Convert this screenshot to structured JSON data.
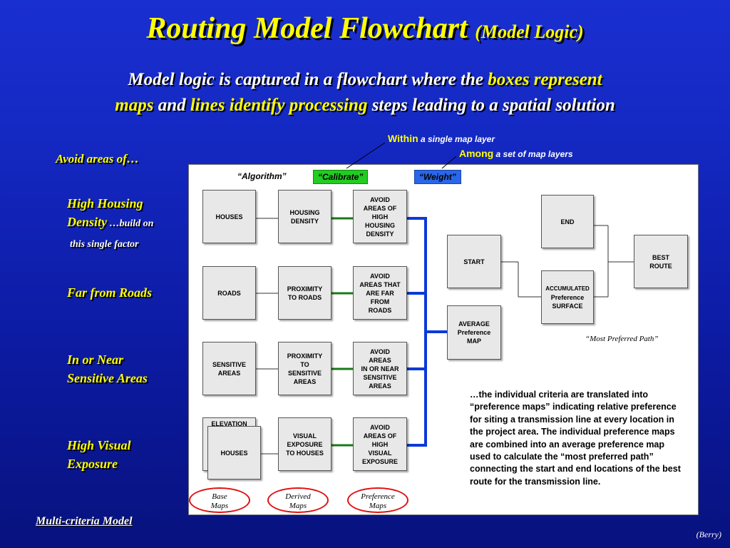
{
  "title": {
    "main": "Routing Model Flowchart",
    "sub": "(Model Logic)"
  },
  "subtitle": {
    "line1_white": "Model logic is captured in a flowchart where the ",
    "line1_yellow": "boxes represent",
    "line2_yellow1": "maps",
    "line2_white1": " and ",
    "line2_yellow2": "lines identify processing",
    "line2_white2": " steps leading to a spatial solution"
  },
  "notes": {
    "within_key": "Within",
    "within_text": " a single map layer",
    "among_key": "Among",
    "among_text": " a set of map layers"
  },
  "left": {
    "avoid": "Avoid areas of…",
    "housing_line1": "High Housing",
    "housing_line2": "Density",
    "housing_build": " …build on",
    "housing_line3": "this single factor",
    "roads": "Far from Roads",
    "sensitive_line1": "In or Near",
    "sensitive_line2": "Sensitive Areas",
    "visual_line1": "High Visual",
    "visual_line2": "Exposure"
  },
  "headers": {
    "algorithm": "“Algorithm”",
    "calibrate": "“Calibrate”",
    "weight": "“Weight”"
  },
  "boxes": {
    "houses": "HOUSES",
    "housing_density": "HOUSING\nDENSITY",
    "avoid_high_housing": "AVOID\nAREAS OF\nHIGH\nHOUSING\nDENSITY",
    "roads": "ROADS",
    "proximity_roads": "PROXIMITY\nTO ROADS",
    "avoid_far_roads": "AVOID\nAREAS THAT\nARE FAR\nFROM\nROADS",
    "sensitive_areas": "SENSITIVE\nAREAS",
    "proximity_sensitive": "PROXIMITY\nTO\nSENSITIVE\nAREAS",
    "avoid_sensitive": "AVOID\nAREAS\nIN OR NEAR\nSENSITIVE\nAREAS",
    "elevation": "ELEVATION",
    "houses2": "HOUSES",
    "visual_exposure": "VISUAL\nEXPOSURE\nTO HOUSES",
    "avoid_visual": "AVOID\nAREAS OF\nHIGH\nVISUAL\nEXPOSURE",
    "start": "START",
    "average_pref": "AVERAGE\nPreference\nMAP",
    "end": "END",
    "accumulated_top": "ACCUMULATED",
    "accumulated_rest": "Preference\nSURFACE",
    "best_route": "BEST\nROUTE"
  },
  "most_preferred": "“Most Preferred Path”",
  "paragraph": "…the individual criteria are translated into “preference maps” indicating relative preference for siting a transmission line at every location in the project area.  The individual preference maps are combined into an average preference map used to calculate the “most preferred path” connecting the start and end locations of the best route for the transmission line.",
  "ovals": {
    "base": "Base\nMaps",
    "derived": "Derived\nMaps",
    "preference": "Preference\nMaps"
  },
  "footer": {
    "left": "Multi-criteria Model",
    "right": "(Berry)"
  },
  "colors": {
    "title_yellow": "#ffff00",
    "calibrate_green": "#22cc22",
    "weight_blue": "#2a66e8",
    "green_line": "#1a7a1a",
    "blue_line": "#0a3ad8",
    "oval_red": "#e01010"
  }
}
